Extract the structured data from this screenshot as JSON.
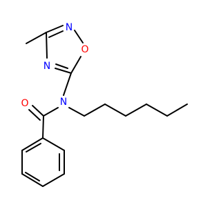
{
  "colors": {
    "bond": "#000000",
    "nitrogen": "#0000ff",
    "oxygen": "#ff0000",
    "background": "#ffffff"
  },
  "atoms": {
    "ring_n_top": {
      "element": "N",
      "label": "N"
    },
    "ring_o": {
      "element": "O",
      "label": "O"
    },
    "ring_n_left": {
      "element": "N",
      "label": "N"
    },
    "amide_n": {
      "element": "N",
      "label": "N"
    },
    "carbonyl_o": {
      "element": "O",
      "label": "O"
    }
  }
}
